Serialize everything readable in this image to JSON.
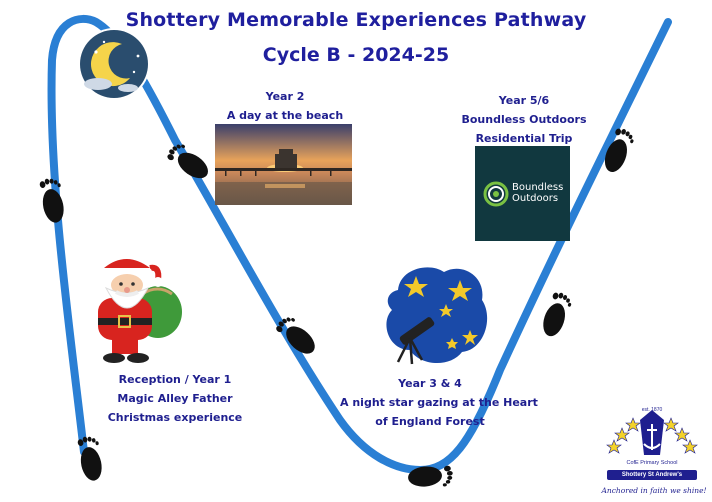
{
  "header": {
    "title": "Shottery Memorable Experiences Pathway",
    "subtitle": "Cycle B - 2024-25"
  },
  "captions": {
    "year2": [
      "Year 2",
      "A day at the beach"
    ],
    "year56": [
      "Year 5/6",
      "Boundless Outdoors",
      "Residential Trip"
    ],
    "reception": [
      "Reception / Year 1",
      "Magic Alley Father",
      "Christmas experience"
    ],
    "year34": [
      "Year 3 & 4",
      "A night star gazing at the Heart",
      "of England Forest"
    ]
  },
  "logos": {
    "boundless": [
      "Boundless",
      "Outdoors"
    ],
    "school": {
      "established": "est. 1870",
      "type": "CofE Primary School",
      "name": "Shottery St Andrew's",
      "motto": "Anchored in faith we shine!"
    }
  },
  "colors": {
    "title": "#1f1f9e",
    "path": "#2a7fd4",
    "footprint": "#111111",
    "logo_bg": "#11383f"
  },
  "icons": [
    "moon-icon",
    "footprint-icon",
    "santa-icon",
    "stargazing-icon",
    "beach-pier-photo",
    "boundless-logo",
    "school-crest"
  ]
}
